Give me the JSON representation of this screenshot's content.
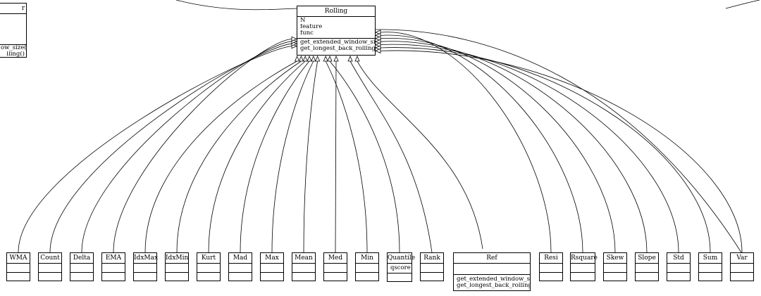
{
  "diagram": {
    "base_class": {
      "name": "Rolling",
      "attributes": [
        "N",
        "feature",
        "func"
      ],
      "methods": [
        "get_extended_window_size()",
        "get_longest_back_rolling()"
      ]
    },
    "partial_left_class": {
      "name": "r",
      "methods": [
        "ow_size()",
        "lling()"
      ]
    },
    "subclasses": [
      {
        "name": "WMA",
        "attributes": [],
        "methods": []
      },
      {
        "name": "Count",
        "attributes": [],
        "methods": []
      },
      {
        "name": "Delta",
        "attributes": [],
        "methods": []
      },
      {
        "name": "EMA",
        "attributes": [],
        "methods": []
      },
      {
        "name": "IdxMax",
        "attributes": [],
        "methods": []
      },
      {
        "name": "IdxMin",
        "attributes": [],
        "methods": []
      },
      {
        "name": "Kurt",
        "attributes": [],
        "methods": []
      },
      {
        "name": "Mad",
        "attributes": [],
        "methods": []
      },
      {
        "name": "Max",
        "attributes": [],
        "methods": []
      },
      {
        "name": "Mean",
        "attributes": [],
        "methods": []
      },
      {
        "name": "Med",
        "attributes": [],
        "methods": []
      },
      {
        "name": "Min",
        "attributes": [],
        "methods": []
      },
      {
        "name": "Quantile",
        "attributes": [
          "qscore"
        ],
        "methods": []
      },
      {
        "name": "Rank",
        "attributes": [],
        "methods": []
      },
      {
        "name": "Ref",
        "attributes": [],
        "methods": [
          "get_extended_window_size()",
          "get_longest_back_rolling()"
        ]
      },
      {
        "name": "Resi",
        "attributes": [],
        "methods": []
      },
      {
        "name": "Rsquare",
        "attributes": [],
        "methods": []
      },
      {
        "name": "Skew",
        "attributes": [],
        "methods": []
      },
      {
        "name": "Slope",
        "attributes": [],
        "methods": []
      },
      {
        "name": "Std",
        "attributes": [],
        "methods": []
      },
      {
        "name": "Sum",
        "attributes": [],
        "methods": []
      },
      {
        "name": "Var",
        "attributes": [],
        "methods": []
      }
    ]
  }
}
